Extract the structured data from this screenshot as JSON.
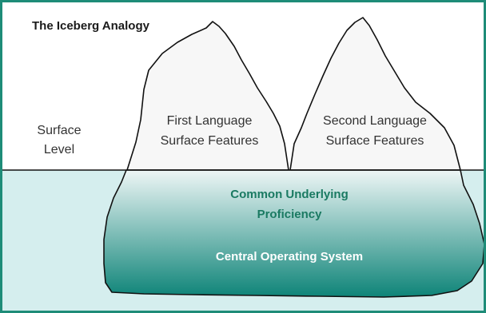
{
  "title": "The Iceberg Analogy",
  "surface_label": {
    "line1": "Surface",
    "line2": "Level"
  },
  "peak_left": {
    "line1": "First Language",
    "line2": "Surface Features"
  },
  "peak_right": {
    "line1": "Second Language",
    "line2": "Surface Features"
  },
  "underlying": {
    "line1": "Common Underlying",
    "line2": "Proficiency",
    "line3": "Central Operating System"
  },
  "colors": {
    "frame": "#1e8c78",
    "water": "#d5eeee",
    "iceberg_top": "#eef6f6",
    "iceberg_bottom": "#0e8478",
    "peak_fill": "#f7f7f7",
    "outline": "#111111",
    "underlying_text": "#1a7a62",
    "operating_text": "#ffffff"
  }
}
